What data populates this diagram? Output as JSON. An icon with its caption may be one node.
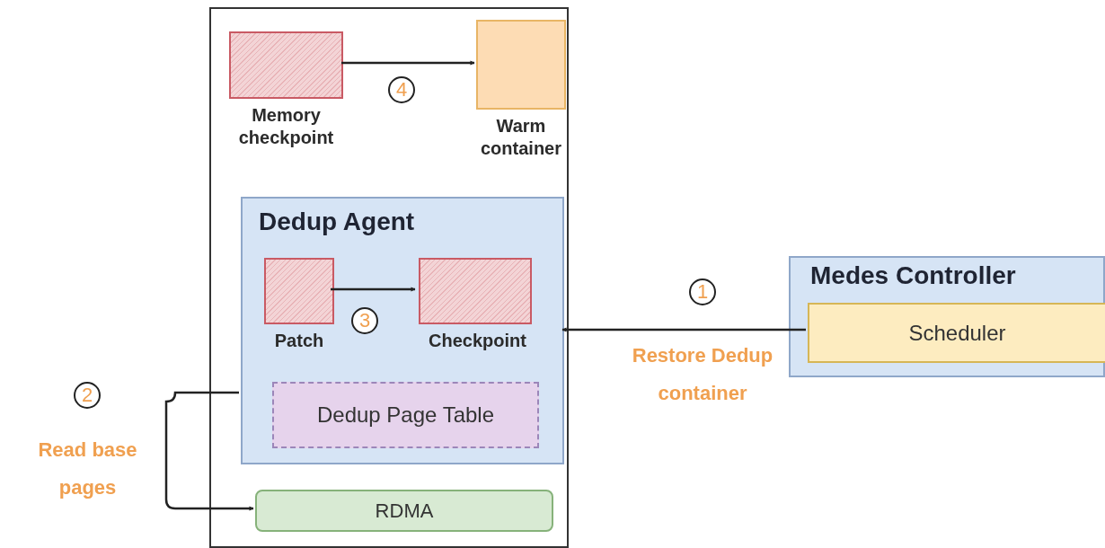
{
  "diagram": {
    "nodes": [
      {
        "text": [],
        "shape": "box"
      },
      {
        "text": [
          "Memory checkpoint"
        ],
        "in": 0
      },
      {
        "text": [
          "Warm container"
        ],
        "in": 0
      },
      {
        "text": [
          "Dedup Agent"
        ],
        "in": 0
      },
      {
        "text": [
          "Patch"
        ],
        "in": 3
      },
      {
        "text": [
          "Checkpoint"
        ],
        "in": 3
      },
      {
        "text": [
          "Dedup Page Table"
        ],
        "in": 3
      },
      {
        "text": [
          "RDMA"
        ],
        "in": 0
      },
      {
        "text": [
          "Medes Controller"
        ]
      },
      {
        "text": [
          "Scheduler"
        ],
        "in": 8
      }
    ],
    "edges": [
      {
        "from": 1,
        "to": 2,
        "arrow": "to",
        "label": "4"
      },
      {
        "from": 4,
        "to": 5,
        "arrow": "to",
        "label": "3"
      },
      {
        "from": 9,
        "to": 3,
        "arrow": "to",
        "label": "1"
      },
      {
        "from": 3,
        "to": 7,
        "arrow": "to",
        "label": "2"
      }
    ],
    "labels": [
      "Restore Dedup container",
      "Read base pages"
    ]
  }
}
